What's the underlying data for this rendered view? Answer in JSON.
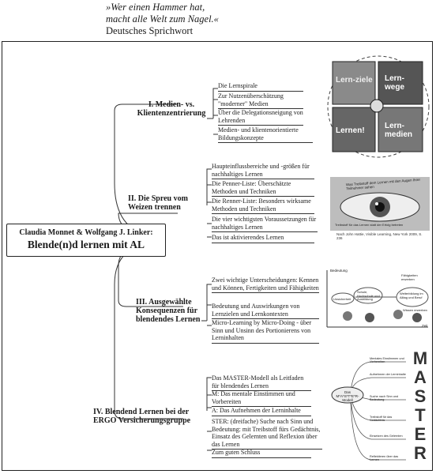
{
  "quote": {
    "line1": "»Wer einen Hammer hat,",
    "line2": "macht alle Welt zum Nagel.«",
    "source": "Deutsches Sprichwort"
  },
  "center": {
    "authors": "Claudia Monnet & Wolfgang J. Linker:",
    "title": "Blende(n)d lernen mit AL"
  },
  "branches": [
    {
      "title": "I. Medien- vs. Klientenzentrierung",
      "items": [
        "Die Lernspirale",
        "Zur Nutzenüberschätzung \"moderner\" Medien",
        "Über die Delegationsneigung von Lehrenden",
        "Medien- und klientenorientierte Bildungskonzepte"
      ]
    },
    {
      "title": "II. Die Spreu vom Weizen trennen",
      "items": [
        "Haupteinflussbereiche und -größen für nachhaltiges Lernen",
        "Die Penner-Liste: Überschätzte Methoden und Techniken",
        "Die Renner-Liste: Besonders wirksame Methoden und Techniken",
        "Die vier wichtigsten Voraussetzungen für nachhaltiges Lernen",
        "Das ist aktivierendes Lernen"
      ]
    },
    {
      "title": "III. Ausgewählte Konsequenzen für blendendes Lernen",
      "items": [
        "Zwei wichtige Unterscheidungen: Kennen und Können, Fertigkeiten und Fähigkeiten",
        "Bedeutung und Auswirkungen von Lernzielen und Lernkontexten",
        "Micro-Learning by Micro-Doing - über Sinn und Unsinn des Portionierens von Lerninhalten"
      ]
    },
    {
      "title": "IV. Blendend Lernen bei der ERGO Versicherungsgruppe",
      "items": [
        "Das MASTER-Modell als Leitfaden für blendendes Lernen",
        "M: Das mentale Einstimmen und Vorbereiten",
        "A: Das Aufnehmen der Lerninhalte",
        "STER: (dreifache) Suche nach Sinn und Bedeutung: mit Treibstoff fürs Gedächtnis, Einsatz des Gelernten und Reflexion über das Lernen",
        "Zum guten Schluss"
      ]
    }
  ],
  "puzzle": {
    "tl": "Lern-ziele",
    "tr": "Lern-wege",
    "bl": "Lernen!",
    "br": "Lern-medien"
  },
  "eye": {
    "banner": "Was Treibstoff dem Lernen mit den Augen Ihrer Teilnehmer sehen",
    "lower": "Treibstoff für das Lernen statt der Erfolg betreten",
    "caption": "Nach John Hattie, Visible Learning, New York 2009, S. 236"
  },
  "diagram": {
    "bedeutung": "Bedeutung",
    "unsicher": "Unsicherheit",
    "schule": "Schule, Hochschule und Ausbildung",
    "faehigkeiten": "Fähigkeiten erwerben",
    "weiterbildung": "Weiterbildung im Alltag und Beruf",
    "wissen": "Wissen erwerben",
    "zeit": "Zeit"
  },
  "master": {
    "center": "Das M*A*S*T*E*R-Modell",
    "letters": [
      "M",
      "A",
      "S",
      "T",
      "E",
      "R"
    ],
    "items": [
      "Mentales Einstimmen und Vorbereiten",
      "Aufnehmen der Lerninhalte",
      "Suche nach Sinn und Bedeutung",
      "Treibstoff für das Gedächtnis",
      "Einsetzen des Gelernten",
      "Reflektieren über das Lernen"
    ]
  }
}
